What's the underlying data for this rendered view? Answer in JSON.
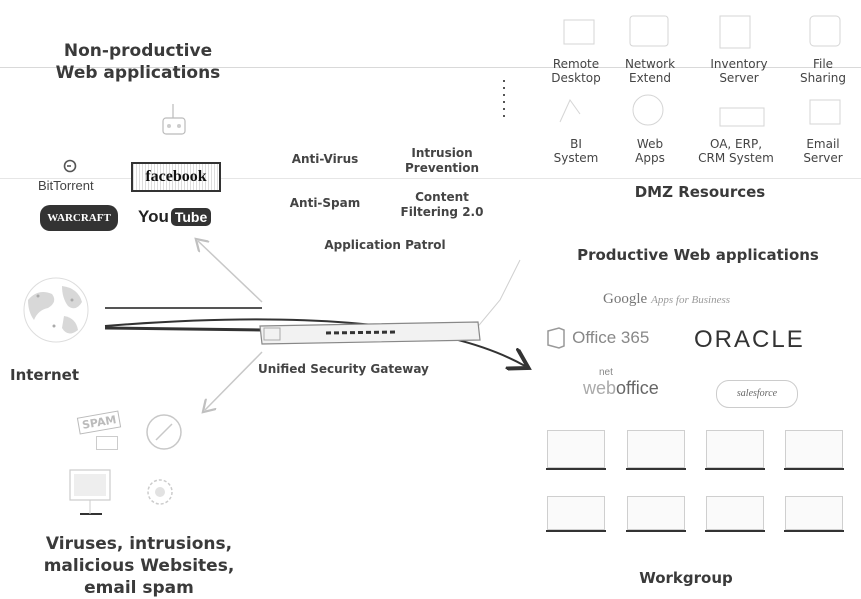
{
  "non_productive": {
    "title_line1": "Non-productive",
    "title_line2": "Web applications",
    "logos": {
      "bittorrent": "BitTorrent",
      "facebook": "facebook",
      "warcraft": "WARCRAFT",
      "youtube_you": "You",
      "youtube_tube": "Tube"
    }
  },
  "security_features": {
    "anti_virus": "Anti-Virus",
    "intrusion_line1": "Intrusion",
    "intrusion_line2": "Prevention",
    "anti_spam": "Anti-Spam",
    "content_line1": "Content",
    "content_line2": "Filtering 2.0",
    "app_patrol": "Application Patrol"
  },
  "internet_label": "Internet",
  "gateway_label": "Unified Security Gateway",
  "threats": {
    "spam_text": "SPAM",
    "line1": "Viruses, intrusions,",
    "line2": "malicious Websites,",
    "line3": "email spam"
  },
  "dmz": {
    "resources": [
      {
        "line1": "Remote",
        "line2": "Desktop"
      },
      {
        "line1": "Network",
        "line2": "Extend"
      },
      {
        "line1": "Inventory",
        "line2": "Server"
      },
      {
        "line1": "File",
        "line2": "Sharing"
      },
      {
        "line1": "BI",
        "line2": "System"
      },
      {
        "line1": "Web",
        "line2": "Apps"
      },
      {
        "line1": "OA, ERP,",
        "line2": "CRM System"
      },
      {
        "line1": "Email",
        "line2": "Server"
      }
    ],
    "title": "DMZ Resources"
  },
  "productive": {
    "title": "Productive Web applications",
    "logos": {
      "google": "Google",
      "google_apps": "Apps for Business",
      "office365": "Office 365",
      "oracle": "ORACLE",
      "webex_top": "net",
      "webex_web": "web",
      "webex_office": "office",
      "salesforce": "salesforce"
    }
  },
  "workgroup_label": "Workgroup",
  "colors": {
    "text": "#3a3a3a",
    "line": "#555555",
    "faded_arrow": "#c8c8c8"
  }
}
